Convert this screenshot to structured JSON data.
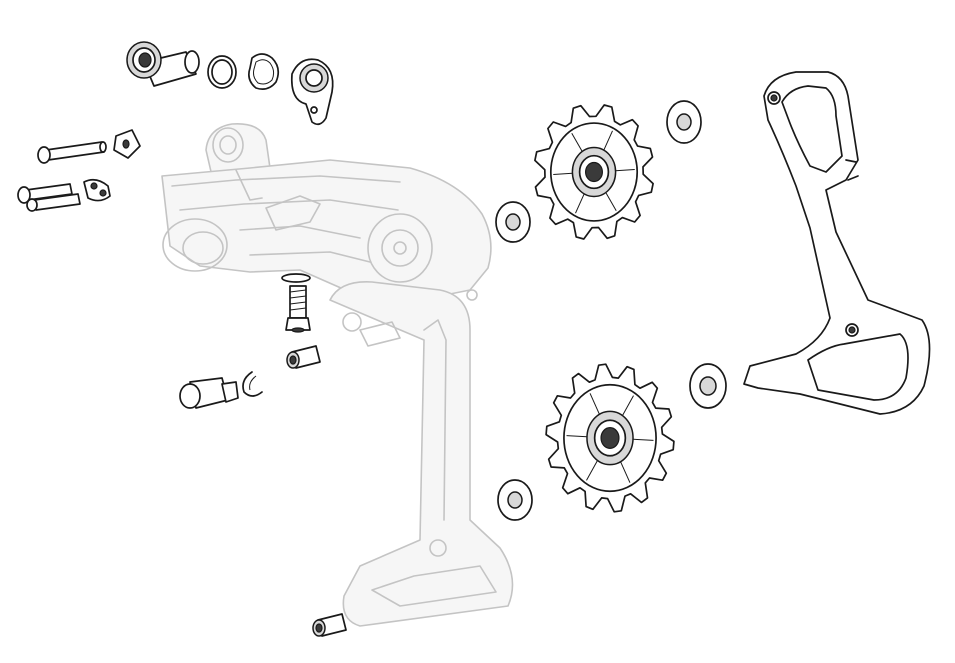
{
  "diagram": {
    "kind": "exploded-parts-view",
    "subject": "rear derailleur",
    "colors": {
      "highlight_ink": "#1a1a1a",
      "ghost_ink": "#c4c4c4",
      "background": "#ffffff"
    },
    "parts": [
      "b-bolt-bushing",
      "b-bolt-ring",
      "b-bolt-washer",
      "b-tension-plate",
      "long-pin",
      "pin-retainer",
      "short-pin-pair",
      "pin-clip",
      "limit-screw",
      "spacer-nut",
      "cable-anchor-bolt",
      "e-clip",
      "upper-pulley-wheel",
      "lower-pulley-wheel",
      "upper-pulley-outer-washer",
      "upper-pulley-inner-washer",
      "lower-pulley-outer-washer",
      "lower-pulley-inner-washer",
      "outer-cage-plate",
      "cage-bolt-sleeve",
      "derailleur-body"
    ]
  }
}
